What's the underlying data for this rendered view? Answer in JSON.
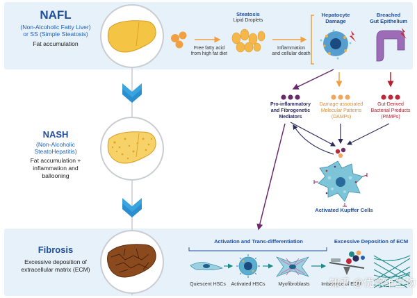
{
  "nafl": {
    "title": "NAFL",
    "subtitle_1": "(Non-Alcoholic Fatty Liver)",
    "subtitle_2": "or SS (Simple Steatosis)",
    "desc": "Fat accumulation",
    "steatosis_title": "Steatosis",
    "steatosis_sub": "Lipid Droplets",
    "ffa_1": "Free fatty acid",
    "ffa_2": "from high fat diet",
    "inflam_1": "Inflammation",
    "inflam_2": "and cellular death",
    "hep_1": "Hepatocyte",
    "hep_2": "Damage",
    "gut_1": "Breached",
    "gut_2": "Gut Epithelium"
  },
  "nash": {
    "title": "NASH",
    "subtitle_1": "(Non-Alcoholic",
    "subtitle_2": "SteatoHepatitis)",
    "desc_1": "Fat accumulation +",
    "desc_2": "inflammation and",
    "desc_3": "ballooning"
  },
  "mediators": {
    "pro_1": "Pro-inflammatory",
    "pro_2": "and Fibrogenetic",
    "pro_3": "Mediators",
    "damp_1": "Damage-associated",
    "damp_2": "Molecular Patterns",
    "damp_3": "(DAMPs)",
    "pamp_1": "Gut-Derived",
    "pamp_2": "Bacterial Products",
    "pamp_3": "(PAMPs)",
    "kupffer": "Activated Kupffer Cells"
  },
  "fibrosis": {
    "title": "Fibrosis",
    "desc_1": "Excessive deposition of",
    "desc_2": "extracellular matrix (ECM)",
    "activation": "Activation and Trans-differentiation",
    "ecm": "Excessive Deposition of ECM",
    "quiescent": "Quiescent HSCs",
    "activated": "Activated HSCs",
    "myofibro": "Myofibroblasts",
    "imbalance": "Imbalance of ECM"
  },
  "watermark": "知乎 @优宗维生物",
  "colors": {
    "band": "#e7f1f9",
    "title_blue": "#1f4e9c",
    "chevron": "#3aa4df",
    "orange": "#f0a040",
    "purple": "#6a2a6a",
    "red": "#b3202e",
    "teal": "#1d8a8a",
    "kupffer": "#7ec4d8"
  },
  "icons": [
    "liver-icon",
    "fatty-liver-icon",
    "fibrotic-liver-icon",
    "lipid-droplet-icon",
    "hepatocyte-icon",
    "gut-icon",
    "kupffer-cell-icon",
    "hsc-icon",
    "ecm-fiber-icon",
    "scale-icon",
    "chevron-down-icon",
    "lightning-icon"
  ]
}
